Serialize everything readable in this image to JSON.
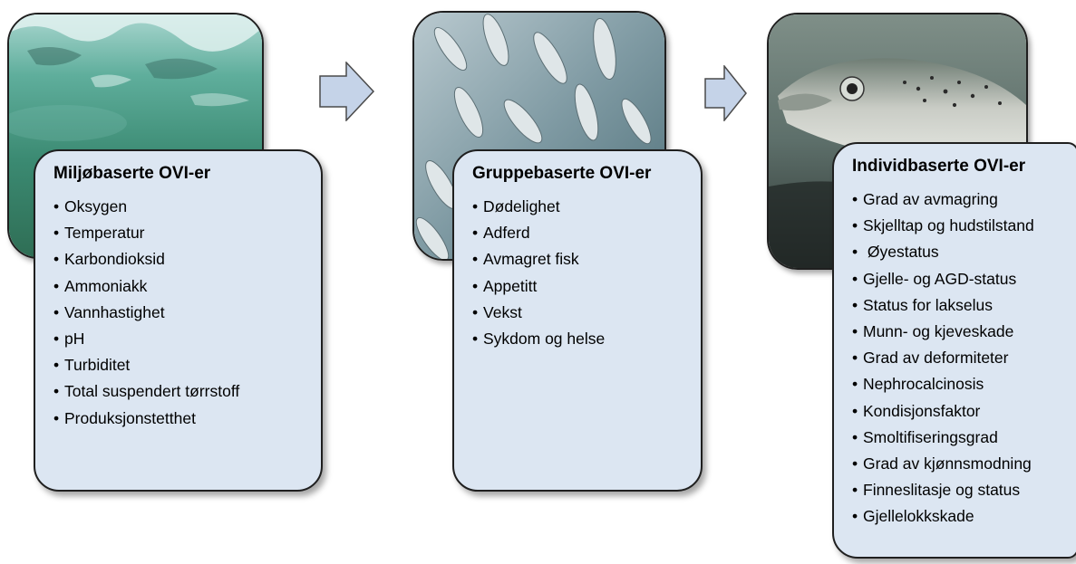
{
  "panels": [
    {
      "title": "Miljøbaserte OVI-er",
      "photo_icon": "underwater-surface-photo",
      "items": [
        "Oksygen",
        "Temperatur",
        "Karbondioksid",
        "Ammoniakk",
        "Vannhastighet",
        "pH",
        "Turbiditet",
        "Total suspendert tørrstoff",
        "Produksjonstetthet"
      ]
    },
    {
      "title": "Gruppebaserte OVI-er",
      "photo_icon": "fish-school-photo",
      "items": [
        "Dødelighet",
        "Adferd",
        "Avmagret fisk",
        "Appetitt",
        "Vekst",
        "Sykdom og helse"
      ]
    },
    {
      "title": "Individbaserte OVI-er",
      "photo_icon": "salmon-head-photo",
      "items": [
        "Grad av avmagring",
        "Skjelltap og hudstilstand",
        " Øyestatus",
        "Gjelle- og AGD-status",
        "Status for lakselus",
        "Munn- og kjeveskade",
        "Grad av deformiteter",
        "Nephrocalcinosis",
        "Kondisjonsfaktor",
        "Smoltifiseringsgrad",
        "Grad av kjønnsmodning",
        "Finneslitasje og status",
        "Gjellelokkskade"
      ]
    }
  ],
  "arrows": [
    "right-arrow-icon",
    "right-arrow-icon"
  ],
  "colors": {
    "card_fill": "#dce6f2",
    "card_border": "#1f1f1f",
    "arrow_fill": "#c5d3e8",
    "arrow_stroke": "#4a4a4a"
  }
}
